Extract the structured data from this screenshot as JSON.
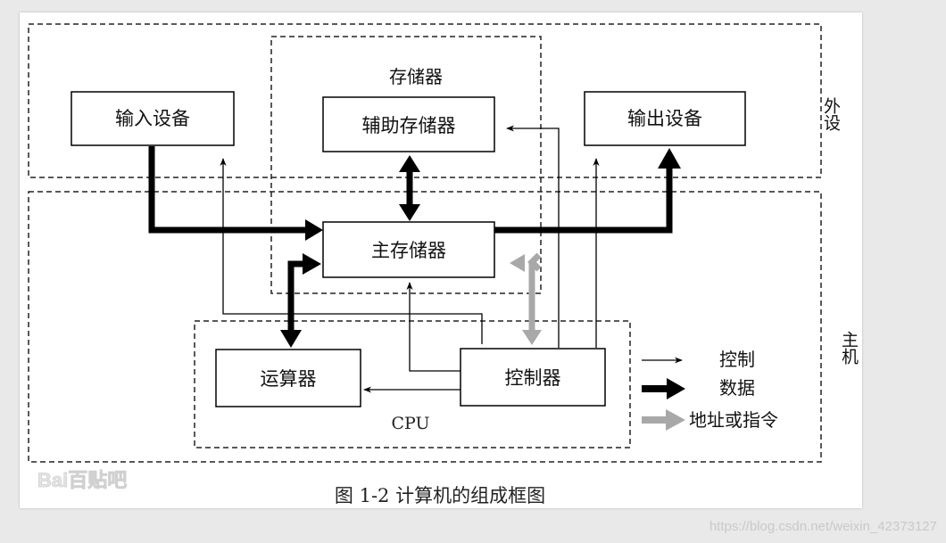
{
  "diagram": {
    "group_storage": "存储器",
    "group_peripheral": "外设",
    "group_host": "主机",
    "group_cpu": "CPU",
    "boxes": {
      "input": "输入设备",
      "aux_storage": "辅助存储器",
      "output": "输出设备",
      "main_storage": "主存储器",
      "alu": "运算器",
      "controller": "控制器"
    },
    "legend": {
      "control": "控制",
      "data": "数据",
      "address": "地址或指令"
    },
    "caption": "图 1-2   计算机的组成框图",
    "colors": {
      "data": "#000000",
      "address": "#a8a8a8",
      "control": "#000000",
      "dash": "#222222"
    },
    "watermark_logo": "Bai百贴吧",
    "watermark_url": "https://blog.csdn.net/weixin_42373127"
  }
}
